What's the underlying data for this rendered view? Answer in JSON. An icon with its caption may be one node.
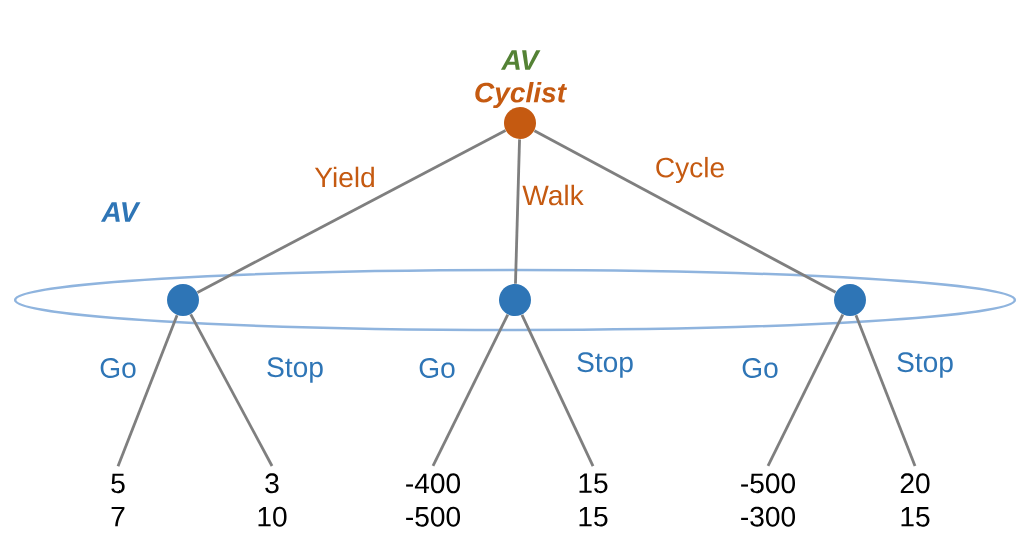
{
  "diagram": {
    "nodes": [
      {
        "text": [
          "AV",
          "Cyclist"
        ]
      },
      {
        "text": [
          "AV"
        ]
      },
      {
        "text": [],
        "shape": "circle",
        "in": 1
      },
      {
        "text": [],
        "shape": "circle",
        "in": 1
      },
      {
        "text": [],
        "shape": "circle",
        "in": 1
      },
      {
        "text": [
          "5",
          "7"
        ]
      },
      {
        "text": [
          "3",
          "10"
        ]
      },
      {
        "text": [
          "-400",
          "-500"
        ]
      },
      {
        "text": [
          "15",
          "15"
        ]
      },
      {
        "text": [
          "-500",
          "-300"
        ]
      },
      {
        "text": [
          "20",
          "15"
        ]
      }
    ],
    "edges": [
      {
        "from": 0,
        "to": 2,
        "arrow": "none",
        "label": "Yield"
      },
      {
        "from": 0,
        "to": 3,
        "arrow": "none",
        "label": "Walk"
      },
      {
        "from": 0,
        "to": 4,
        "arrow": "none",
        "label": "Cycle"
      },
      {
        "from": 2,
        "to": 5,
        "arrow": "none",
        "label": "Go"
      },
      {
        "from": 2,
        "to": 6,
        "arrow": "none",
        "label": "Stop"
      },
      {
        "from": 3,
        "to": 7,
        "arrow": "none",
        "label": "Go"
      },
      {
        "from": 3,
        "to": 8,
        "arrow": "none",
        "label": "Stop"
      },
      {
        "from": 4,
        "to": 9,
        "arrow": "none",
        "label": "Go"
      },
      {
        "from": 4,
        "to": 10,
        "arrow": "none",
        "label": "Stop"
      }
    ]
  }
}
